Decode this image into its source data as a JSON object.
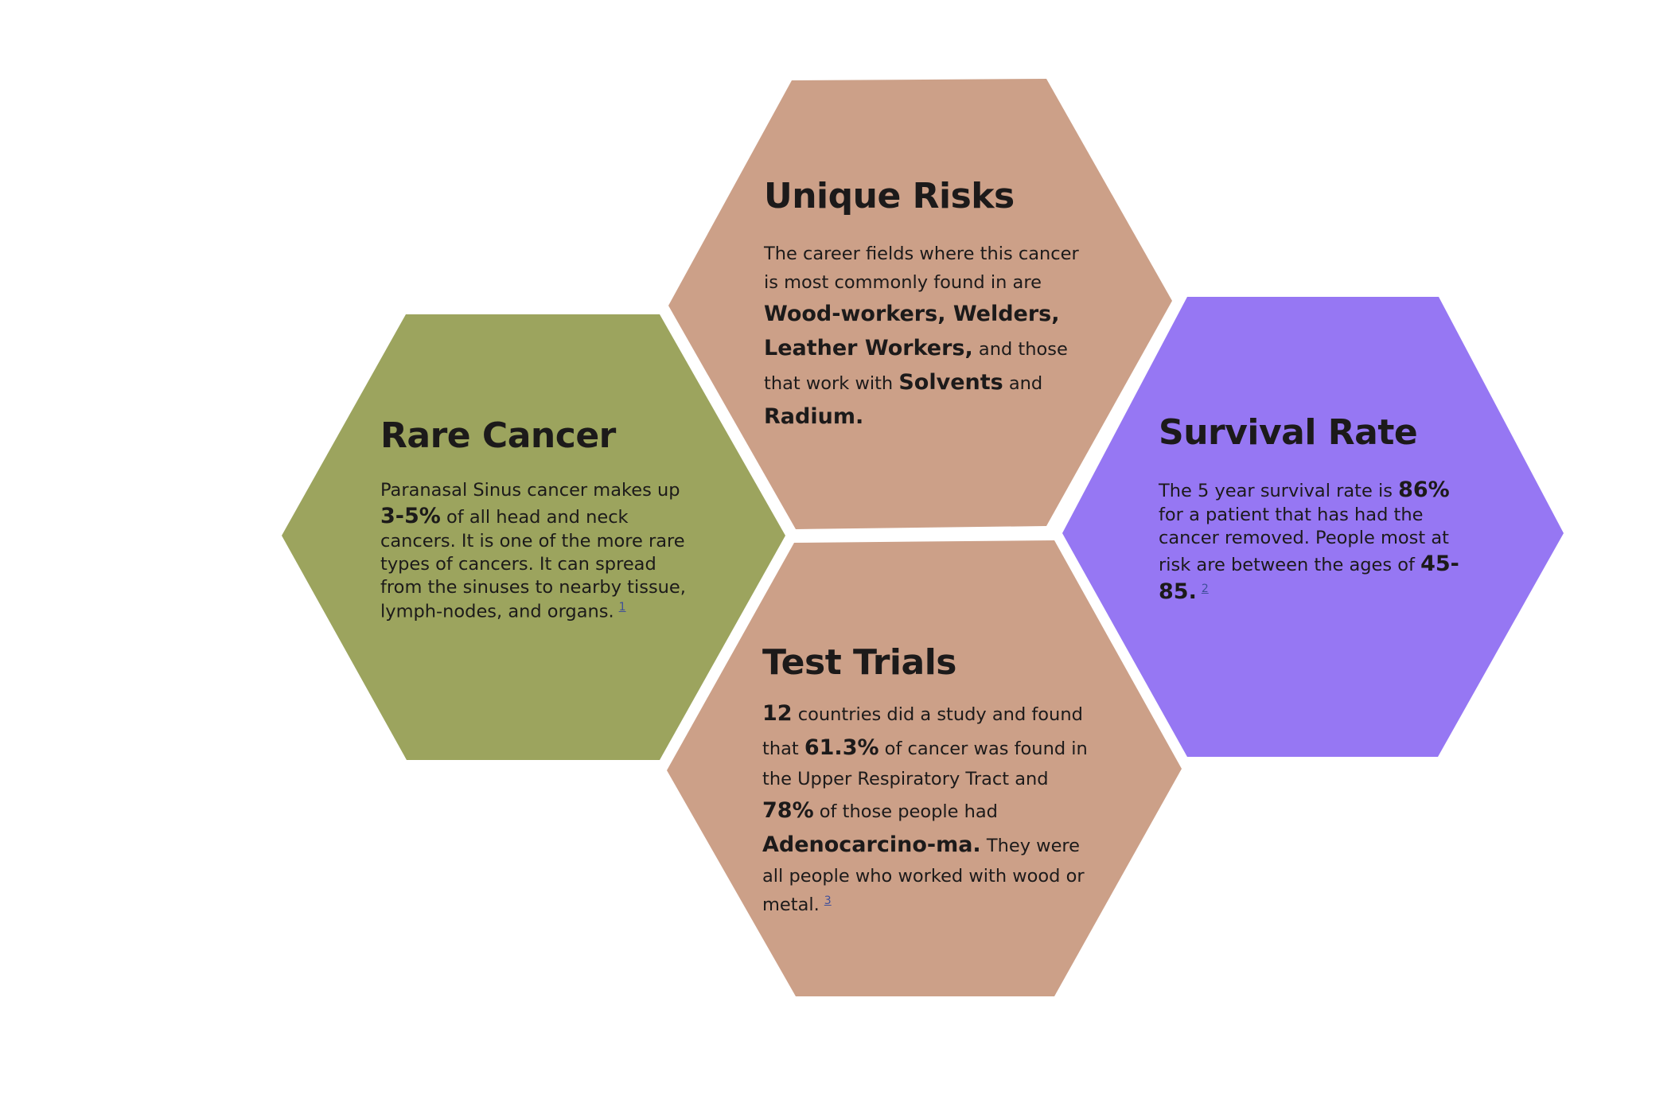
{
  "colors": {
    "tan": "#cca088",
    "olive": "#9ca45e",
    "purple": "#9677f3",
    "text": "#1c1a1a",
    "footnote": "#3f4f9a"
  },
  "cards": {
    "unique_risks": {
      "title": "Unique Risks",
      "t1": "The career fields where this cancer is most commonly found in are ",
      "b1": "Wood-workers, Welders, Leather Workers,",
      "t2": " and those that work with ",
      "b2": "Solvents",
      "t3": " and ",
      "b3": "Radium."
    },
    "rare_cancer": {
      "title": "Rare Cancer",
      "t1": "Paranasal Sinus cancer makes up ",
      "b1": "3-5%",
      "t2": " of all head and neck cancers. It is one of the more rare types of cancers. It can spread from the sinuses to nearby tissue, lymph-nodes, and organs.",
      "footnote": "1"
    },
    "survival_rate": {
      "title": "Survival Rate",
      "t1": "The 5 year survival rate is ",
      "b1": "86%",
      "t2": " for a patient that has had the cancer removed. People most at risk are between the ages of ",
      "b2": "45-85.",
      "footnote": "2"
    },
    "test_trials": {
      "title": "Test Trials",
      "b1": "12",
      "t1": " countries did a study and found that ",
      "b2": "61.3%",
      "t2": " of cancer was found in the Upper Respiratory Tract and ",
      "b3": "78%",
      "t3": " of those people had ",
      "b4": "Adenocarcino-ma.",
      "t4": " They were all people who worked with wood or metal.",
      "footnote": "3"
    }
  }
}
